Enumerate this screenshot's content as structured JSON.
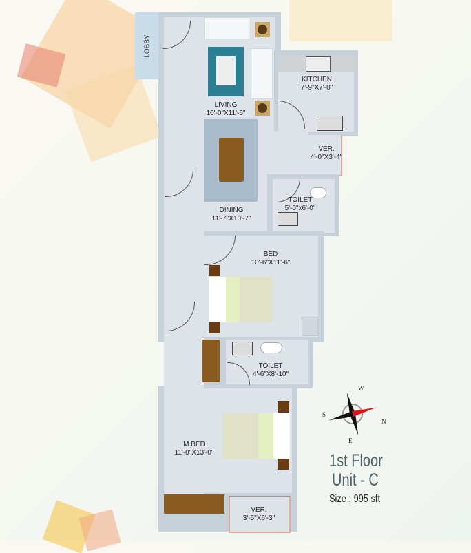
{
  "lobby": "LOBBY",
  "rooms": {
    "living": {
      "name": "LIVING",
      "size": "10'-0\"X11'-6\""
    },
    "dining": {
      "name": "DINING",
      "size": "11'-7\"X10'-7\""
    },
    "kitchen": {
      "name": "KITCHEN",
      "size": "7'-9\"X7'-0\""
    },
    "ver1": {
      "name": "VER.",
      "size": "4'-0\"X3'-4\""
    },
    "toilet1": {
      "name": "TOILET",
      "size": "5'-0\"x6'-0\""
    },
    "bed": {
      "name": "BED",
      "size": "10'-6\"X11'-6\""
    },
    "toilet2": {
      "name": "TOILET",
      "size": "4'-6\"X8'-10\""
    },
    "mbed": {
      "name": "M.BED",
      "size": "11'-0\"X13'-0\""
    },
    "ver2": {
      "name": "VER.",
      "size": "3'-5\"X6'-3\""
    }
  },
  "compass": {
    "n": "N",
    "s": "S",
    "e": "E",
    "w": "W",
    "accent": "#e0161b"
  },
  "info": {
    "floor": "1st Floor",
    "unit": "Unit - C",
    "size": "Size : 995 sft"
  }
}
